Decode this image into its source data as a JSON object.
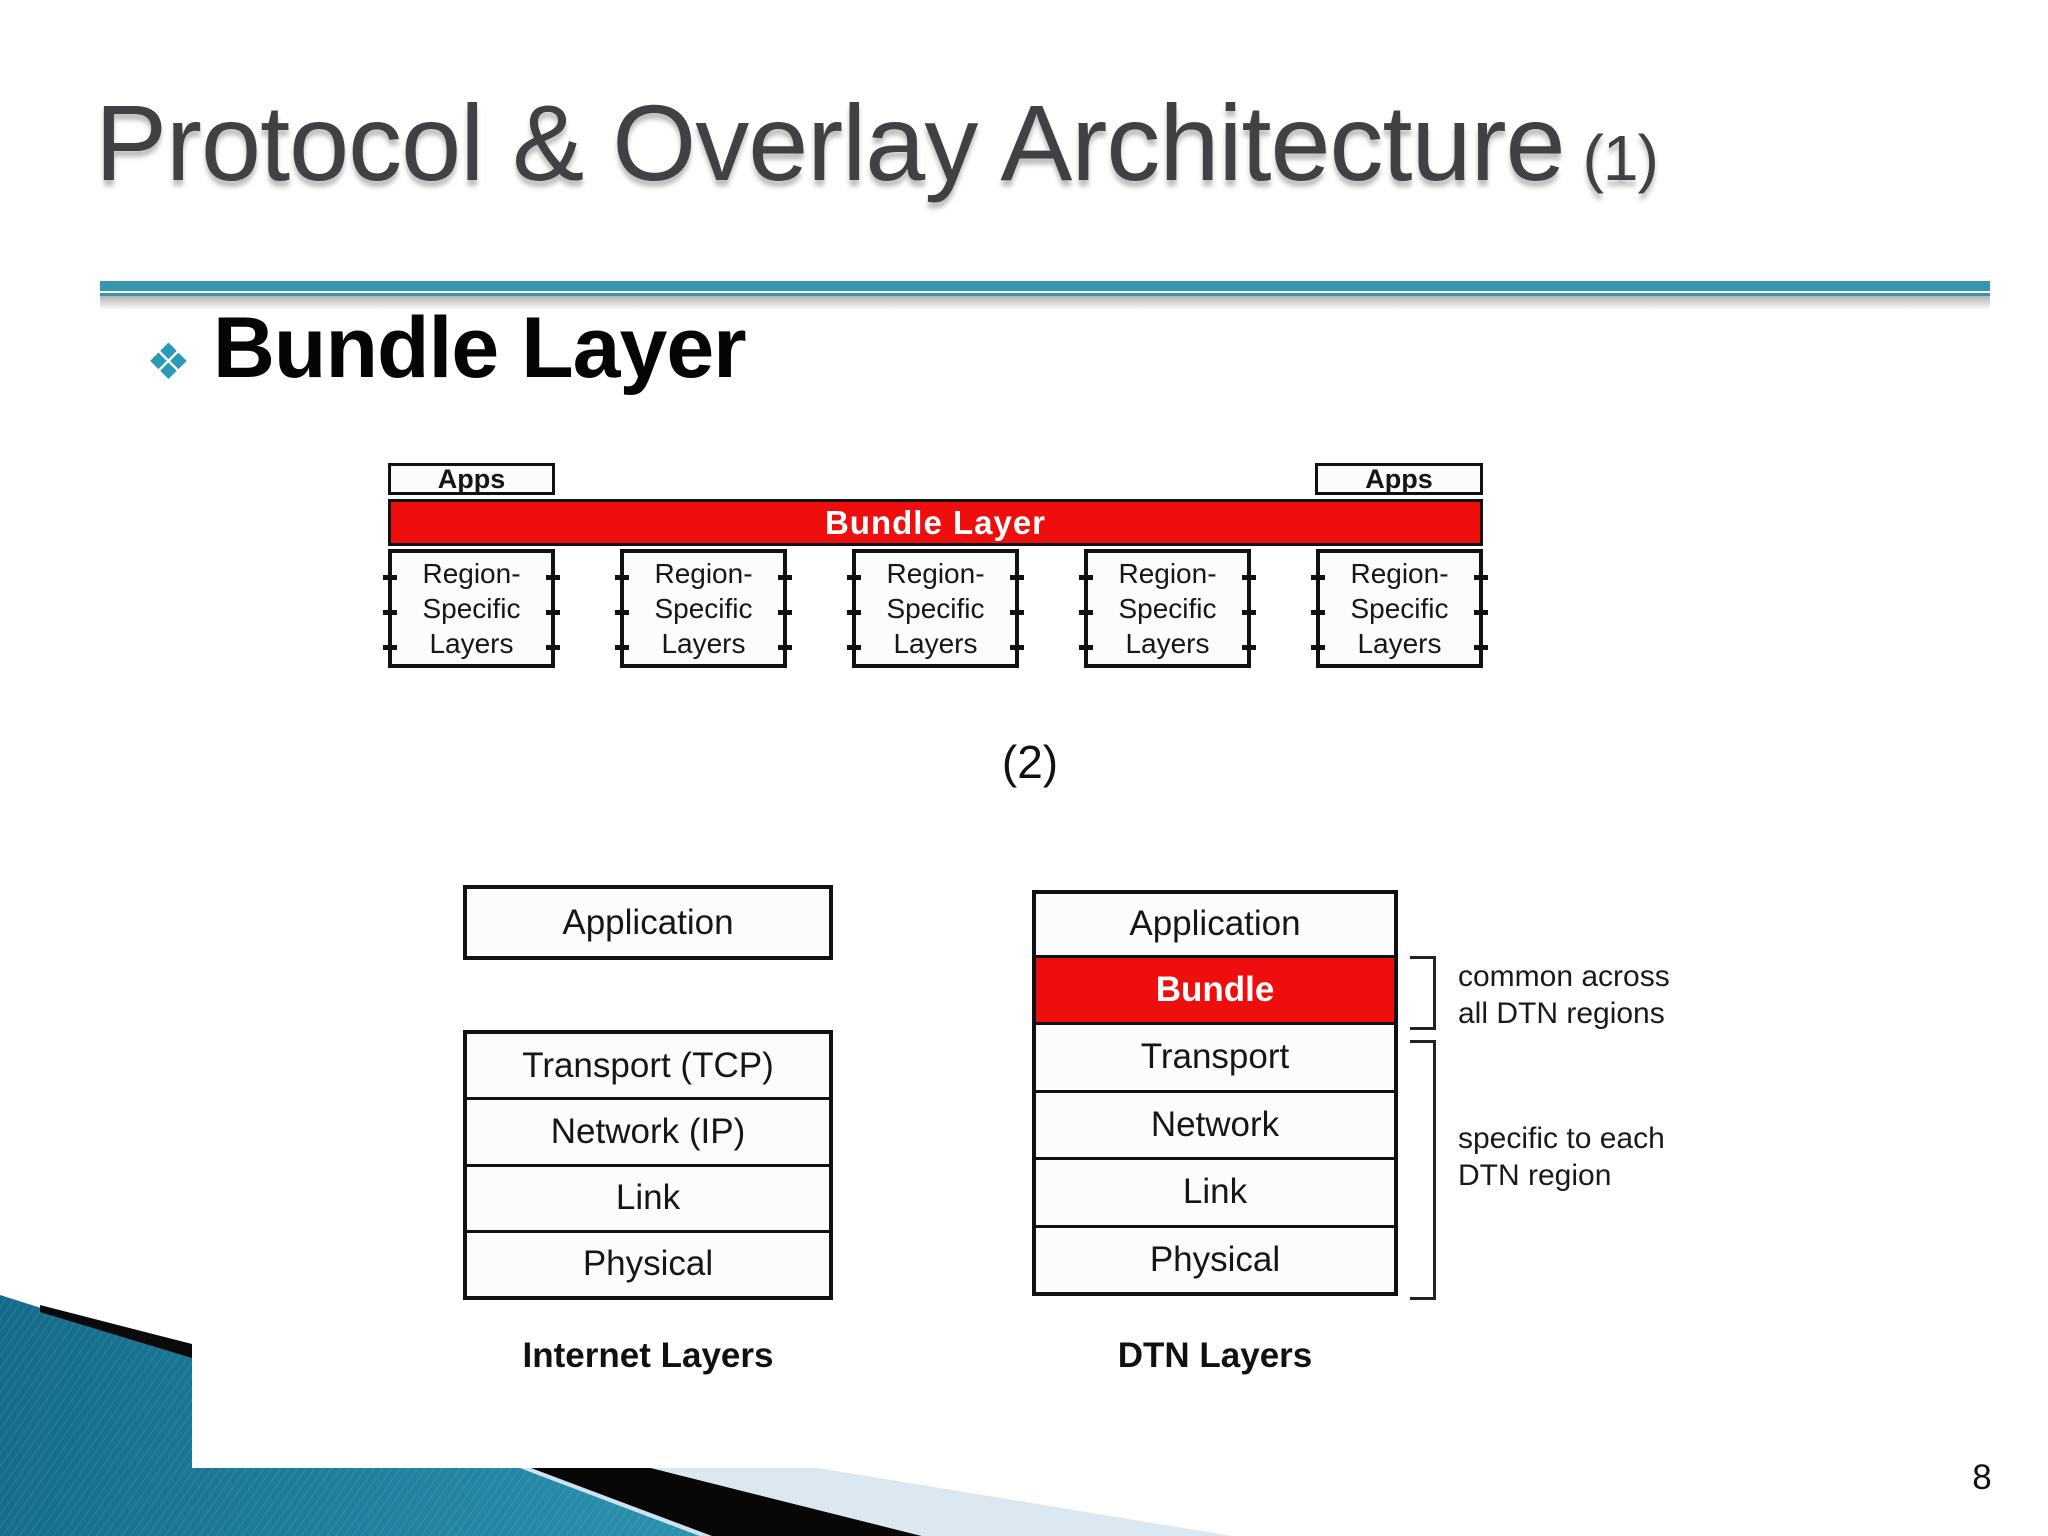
{
  "slide": {
    "title": "Protocol & Overlay Architecture",
    "title_suffix": "(1)",
    "bullet_glyph": "❖",
    "bullet_text": "Bundle Layer",
    "figure_label": "(2)",
    "page_number": "8"
  },
  "colors": {
    "accent_teal": "#3896ac",
    "bundle_red": "#ee0e0e",
    "title_gray": "#3f4144",
    "pale_blue": "#dbe8f1"
  },
  "overlay_figure": {
    "apps_left": "Apps",
    "apps_right": "Apps",
    "bundle_bar": "Bundle Layer",
    "region_lines": [
      "Region-",
      "Specific",
      "Layers"
    ]
  },
  "stacks_figure": {
    "internet": {
      "application": "Application",
      "rows": [
        "Transport (TCP)",
        "Network (IP)",
        "Link",
        "Physical"
      ],
      "caption": "Internet Layers"
    },
    "dtn": {
      "rows": [
        "Application",
        "Bundle",
        "Transport",
        "Network",
        "Link",
        "Physical"
      ],
      "caption": "DTN Layers"
    },
    "annotations": {
      "common": [
        "common across",
        "all DTN regions"
      ],
      "specific": [
        "specific to each",
        "DTN region"
      ]
    }
  }
}
